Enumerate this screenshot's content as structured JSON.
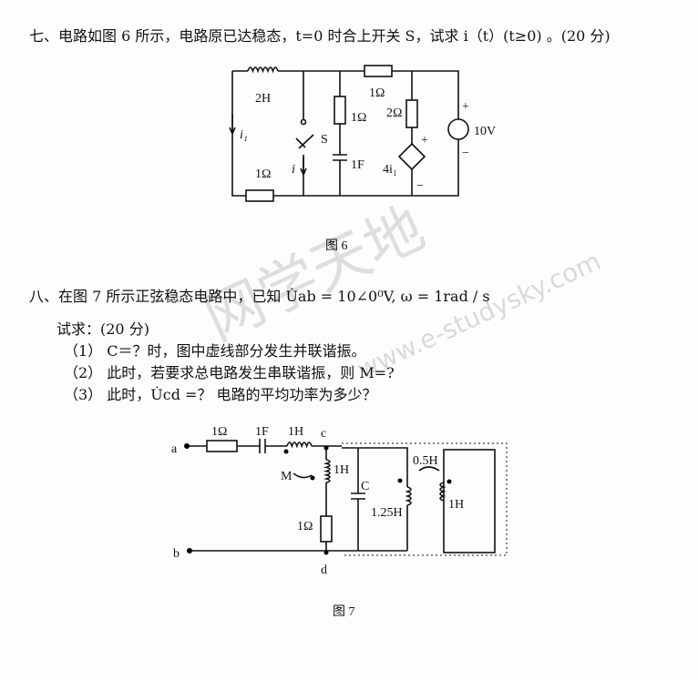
{
  "q7": {
    "text": "七、电路如图 6 所示，电路原已达稳态，t=0 时合上开关 S，试求 i（t）(t≥0) 。(20 分)",
    "figure": {
      "caption": "图 6",
      "labels": {
        "L": "2H",
        "i1": "i₁",
        "R_bottom": "1Ω",
        "i": "i",
        "S": "S",
        "R_mid": "1Ω",
        "C": "1F",
        "R_top": "1Ω",
        "R2": "2Ω",
        "dep": "4i₁",
        "plus": "+",
        "minus": "−",
        "V": "10V"
      }
    }
  },
  "q8": {
    "text": "八、在图 7 所示正弦稳态电路中，已知 U̇ab = 10∠0⁰V, ω = 1rad / s",
    "ask": "试求：(20 分)",
    "items": [
      "（1）  C＝？时，图中虚线部分发生并联谐振。",
      "（2）  此时，若要求总电路发生串联谐振，则 M=?",
      "（3）  此时，U̇cd =？ 电路的平均功率为多少？"
    ],
    "figure": {
      "caption": "图 7",
      "labels": {
        "a": "a",
        "b": "b",
        "c": "c",
        "d": "d",
        "R1": "1Ω",
        "C1": "1F",
        "L1": "1H",
        "M": "M",
        "L2": "1H",
        "R2": "1Ω",
        "C": "C",
        "L3": "1.25H",
        "M2": "0.5H",
        "L4": "1H"
      }
    }
  },
  "watermark": {
    "cn": "网学天地",
    "url": "www.e-studysky.com"
  }
}
